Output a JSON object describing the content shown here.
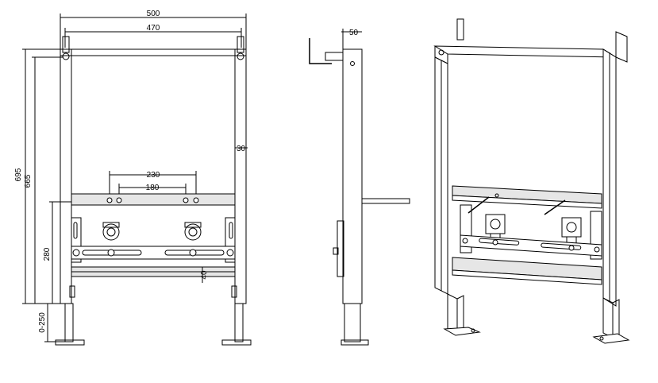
{
  "dimensions": {
    "width_outer": "500",
    "width_inner": "470",
    "side_depth": "50",
    "frame_offset": "30",
    "height_outer": "695",
    "height_inner": "665",
    "spacing_outer": "230",
    "spacing_inner": "180",
    "height_280": "280",
    "offset_40": "40",
    "foot_range": "0-250"
  },
  "colors": {
    "stroke": "#000000",
    "background": "#ffffff",
    "fill_light": "#e6e6e6"
  }
}
